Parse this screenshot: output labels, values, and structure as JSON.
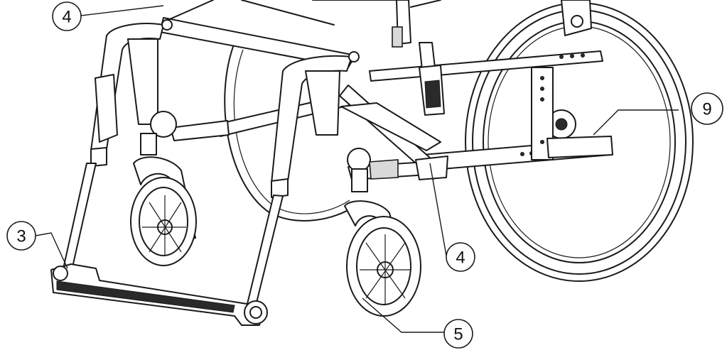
{
  "callouts": [
    {
      "id": "c4-top",
      "label": "4"
    },
    {
      "id": "c9",
      "label": "9"
    },
    {
      "id": "c3",
      "label": "3"
    },
    {
      "id": "c4-mid",
      "label": "4"
    },
    {
      "id": "c5",
      "label": "5"
    }
  ],
  "colors": {
    "line": "#1a1a1a",
    "background": "#ffffff"
  }
}
